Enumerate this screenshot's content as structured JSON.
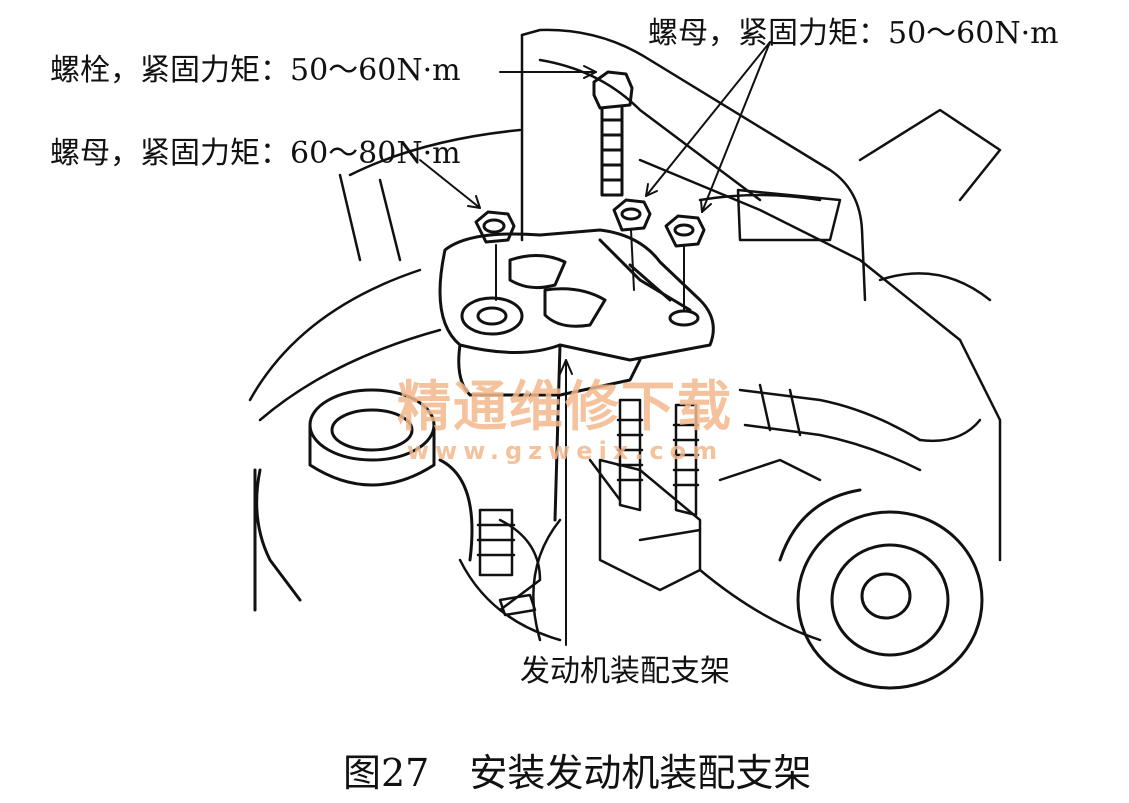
{
  "callouts": {
    "bolt": "螺栓，紧固力矩：50～60N·m",
    "nut_left": "螺母，紧固力矩：60～80N·m",
    "nut_right": "螺母，紧固力矩：50～60N·m",
    "bracket": "发动机装配支架"
  },
  "caption": {
    "number": "图27",
    "title": "安装发动机装配支架"
  },
  "watermark": {
    "title": "精通维修下载",
    "url": "www.gzweix.com"
  },
  "colors": {
    "line": "#111111",
    "watermark": "#f3b98e",
    "background": "#ffffff"
  }
}
